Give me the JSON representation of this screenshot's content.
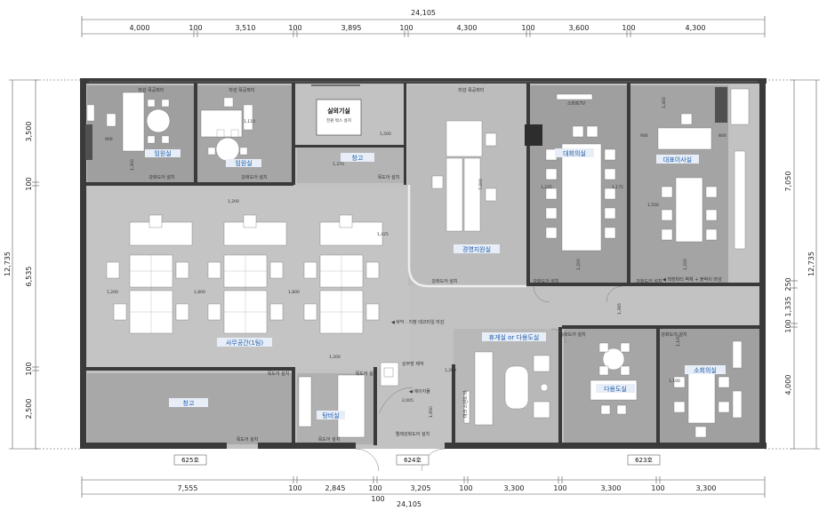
{
  "colors": {
    "wall": "#3a3a3a",
    "floor_gray": "#a6a6a6",
    "floor_light": "#c2c2c2",
    "room_label": "#1a5aa8",
    "furniture": "#ffffff"
  },
  "dims": {
    "top_total": "24,105",
    "top": [
      "4,000",
      "100",
      "3,510",
      "100",
      "3,895",
      "100",
      "4,300",
      "100",
      "3,600",
      "100",
      "4,300"
    ],
    "bottom_total": "24,105",
    "bottom": [
      "7,555",
      "100",
      "2,845",
      "100",
      "3,205",
      "100",
      "3,300",
      "100",
      "3,300",
      "100",
      "3,300"
    ],
    "bottom_extra": "100",
    "left_total": "12,735",
    "left": [
      "3,500",
      "100",
      "6,535",
      "100",
      "2,500"
    ],
    "right_total": "12,735",
    "right": [
      "7,050",
      "250",
      "1,335",
      "100",
      "4,000"
    ]
  },
  "rooms": {
    "exec1": "임원실",
    "exec2": "임원실",
    "storage_top": "창고",
    "mgmt": "경영지원실",
    "conf": "대회의실",
    "cafe": "대표이사실",
    "office": "사무공간(1팀)",
    "storage_bottom": "창고",
    "pantry": "탕비실",
    "lounge": "휴게실 or 다용도실",
    "multi": "다용도실",
    "small_conf": "소회의실"
  },
  "notes": {
    "server_title": "실외기실",
    "server_sub": "전원 박스 설치",
    "floor_note": "◀ 바닥 : 지정 데코타일 마감",
    "window_1": "마감 목공파티",
    "window_2": "마감 목공파티",
    "window_3": "마감 목공파티",
    "smart_tv": "스마트TV",
    "door_note_1": "강화도어 설치",
    "door_note_2": "강화도어 설치",
    "door_note_3": "강화도어 설치",
    "door_note_4": "강화도어 설치",
    "door_note_5": "강화도어 설치",
    "door_note_6": "목도어 설치",
    "door_note_7": "목도어 설치",
    "door_note_8": "목도어 설치",
    "door_note_9": "목도어 설치",
    "door_note_10": "목도어 설치",
    "door_note_11": "강화도어 설치",
    "door_note_12": "강화도어 설치",
    "entry_note": "엘레강화도어 설치",
    "access_note": "◀ 에이지뮬",
    "bar_note": "마크 스텐트 바",
    "partition_note": "◀ 책장파티 벽체 + 붙박이 마감",
    "reception": "상부장 제작"
  },
  "units": {
    "u625": "625호",
    "u624": "624호",
    "u623": "623호"
  },
  "inner_dims": {
    "a": "1,110",
    "b": "1,500",
    "c": "1,370",
    "d": "1,200",
    "e": "1,425",
    "f": "7,200",
    "g": "1,225",
    "h": "1,175",
    "i": "1,200",
    "j": "1,500",
    "k": "1,200",
    "l": "1,800",
    "m": "1,800",
    "n": "1,200",
    "o": "1,200",
    "p": "1,385",
    "q": "2,005",
    "r": "1,850",
    "s": "1,100",
    "t": "1,100",
    "u": "1,300",
    "v": "900",
    "w": "900",
    "x": "1,400",
    "y": "800",
    "z": "1,200"
  }
}
